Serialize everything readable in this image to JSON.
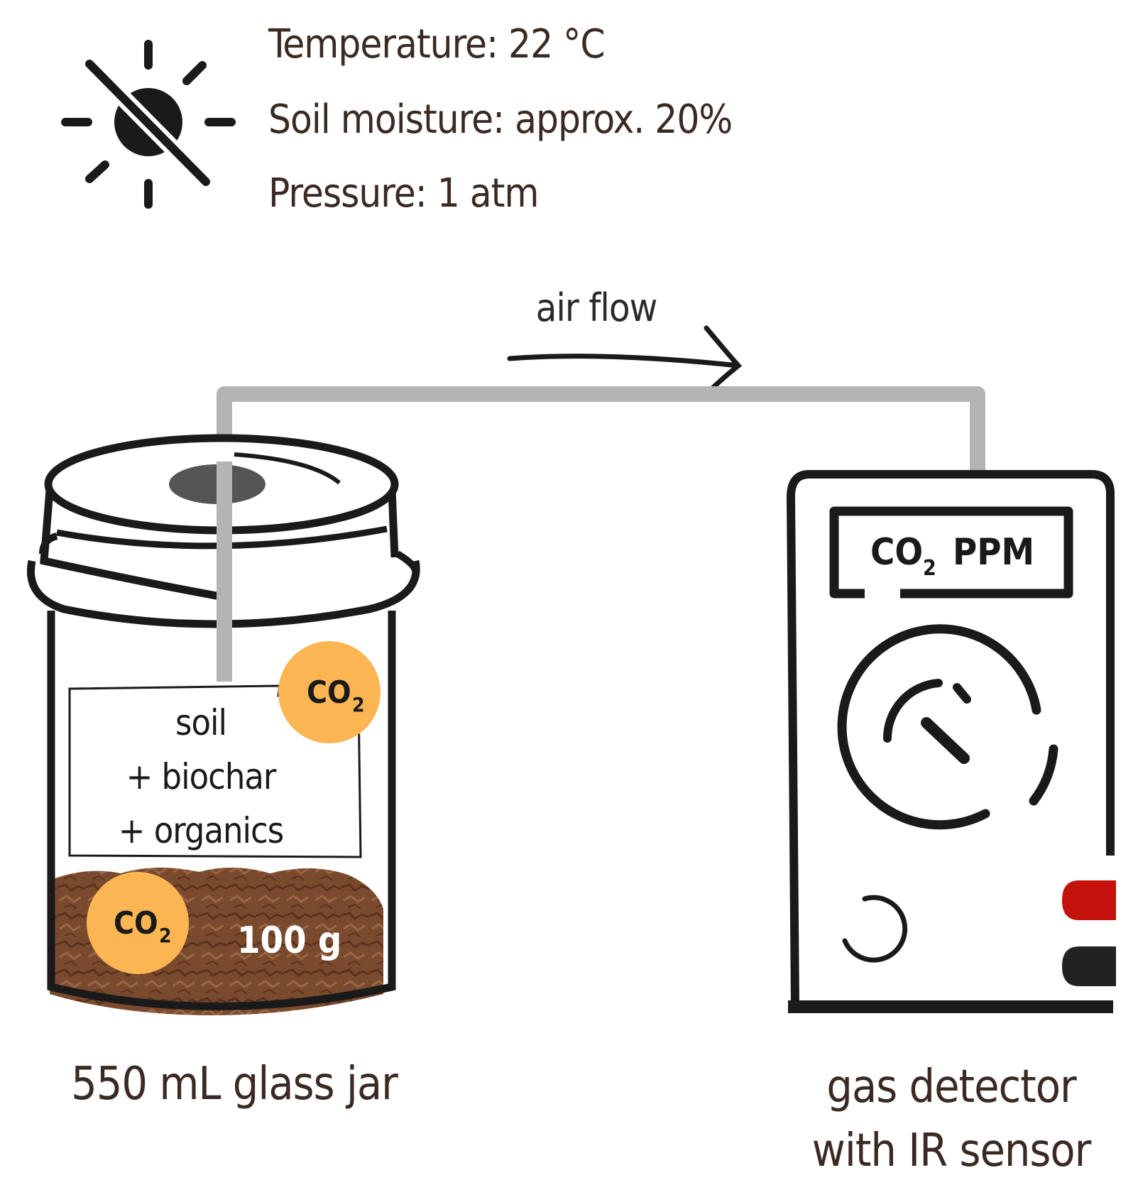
{
  "conditions": {
    "temperature": "Temperature: 22 °C",
    "moisture": "Soil moisture: approx. 20%",
    "pressure": "Pressure: 1 atm"
  },
  "flow": {
    "label": "air flow"
  },
  "jar": {
    "contents": [
      "soil",
      "+ biochar",
      "+ organics"
    ],
    "mass": "100 g",
    "caption": "550 mL glass jar",
    "co2_badge_main": "CO",
    "co2_badge_sub": "2"
  },
  "detector": {
    "display_main": "CO",
    "display_sub": "2",
    "display_unit": "PPM",
    "caption_line1": "gas detector",
    "caption_line2": "with IR sensor"
  },
  "colors": {
    "ink": "#1a1a1a",
    "text": "#3a2a22",
    "tube": "#b4b4b4",
    "co2_badge": "#fbb653",
    "soil": "#7a4a2e",
    "red_probe": "#c4110c",
    "cap_hole": "#555555"
  },
  "icons": [
    "no-sun-icon"
  ]
}
